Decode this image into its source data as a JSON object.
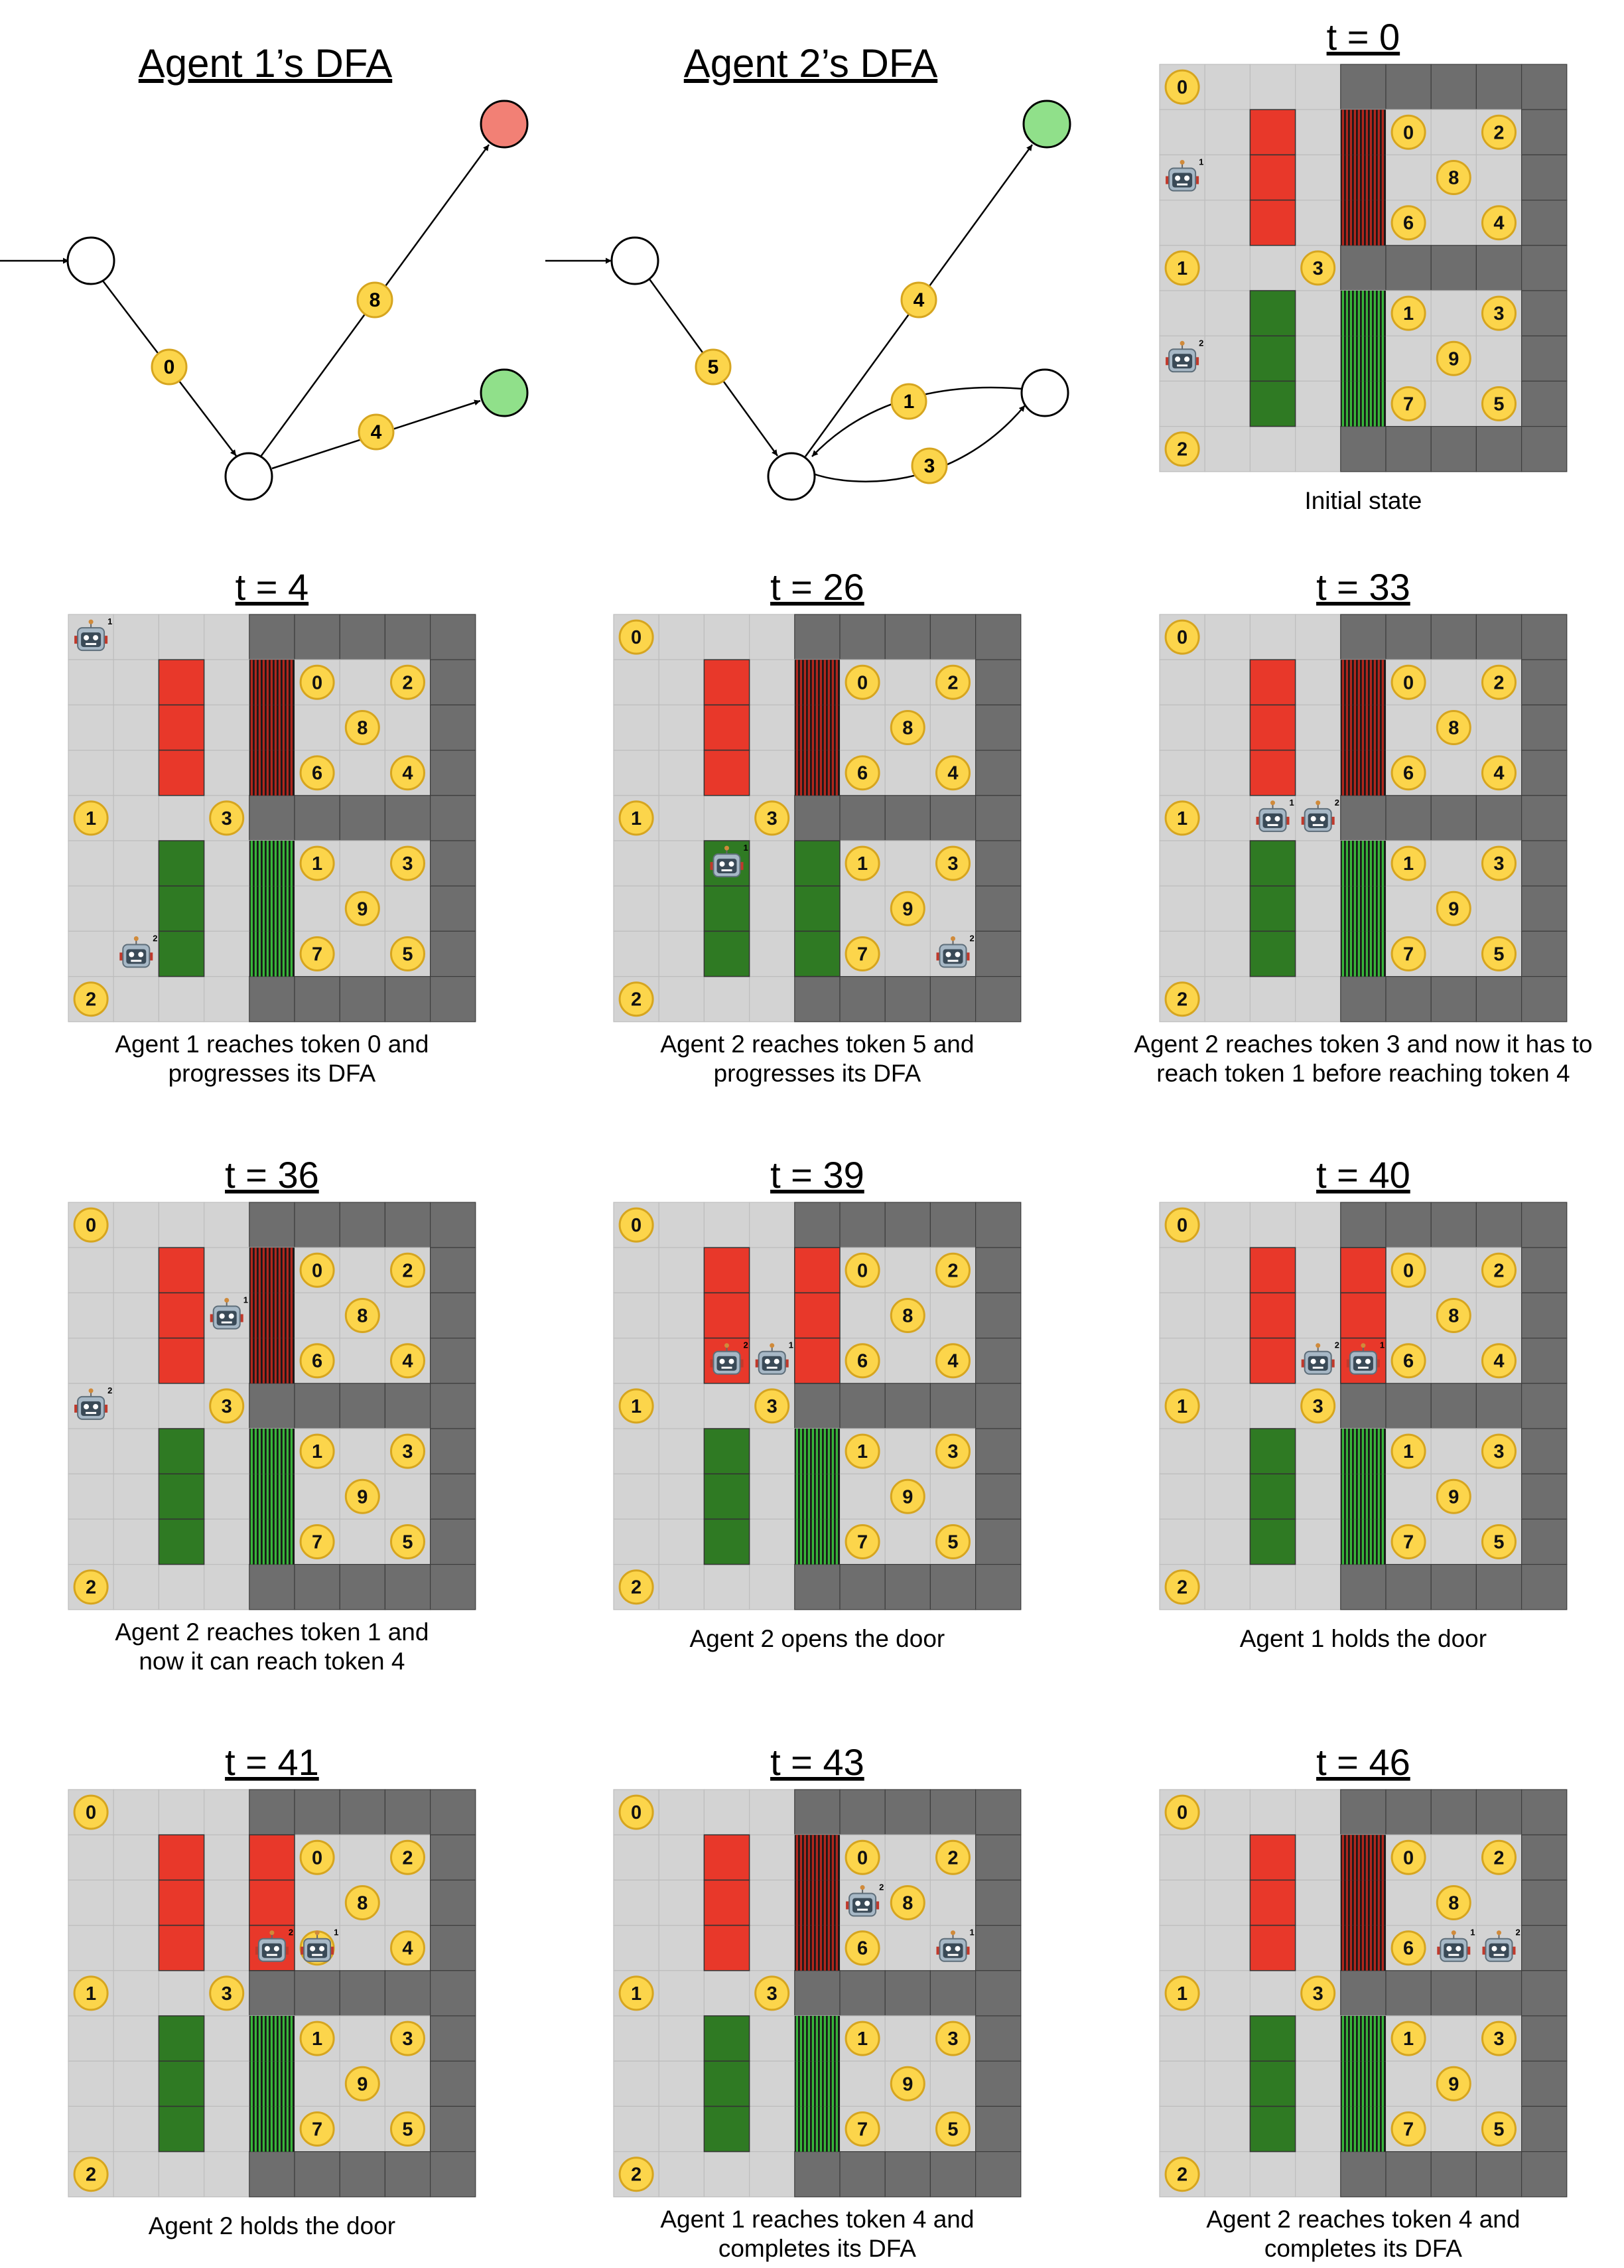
{
  "dfa": [
    {
      "title": "Agent 1’s DFA",
      "final_colors": [
        "#f28075",
        "#90e08a"
      ],
      "edge_labels": [
        "0",
        "8",
        "4"
      ]
    },
    {
      "title": "Agent 2’s DFA",
      "final_colors": [
        "#90e08a"
      ],
      "edge_labels": [
        "5",
        "4",
        "1",
        "3"
      ]
    }
  ],
  "colors": {
    "floor": "#d3d3d3",
    "wall": "#6e6e6e",
    "red_block": "#e8382a",
    "green_block": "#2f7a23",
    "red_door_stripe": "#b1261d",
    "green_door_stripe": "#38b53a",
    "token": "#fcd54b",
    "token_border": "#d6a51f",
    "robot": "#a7b8c6"
  },
  "token_labels": [
    "0",
    "1",
    "2",
    "3",
    "4",
    "5",
    "6",
    "7",
    "8",
    "9"
  ],
  "robot_labels": [
    "1",
    "2"
  ],
  "panels": [
    {
      "title": "t = 0",
      "caption": [
        "Initial state"
      ]
    },
    {
      "title": "t = 4",
      "caption": [
        "Agent 1 reaches token 0 and",
        "progresses its DFA"
      ]
    },
    {
      "title": "t = 26",
      "caption": [
        "Agent 2 reaches token 5 and",
        "progresses its DFA"
      ]
    },
    {
      "title": "t = 33",
      "caption": [
        "Agent 2 reaches token 3 and now it has to",
        "reach token 1 before reaching token 4"
      ]
    },
    {
      "title": "t = 36",
      "caption": [
        "Agent 2 reaches token 1 and",
        "now it can reach token 4"
      ]
    },
    {
      "title": "t = 39",
      "caption": [
        "Agent 2 opens the door"
      ]
    },
    {
      "title": "t = 40",
      "caption": [
        "Agent 1 holds the door"
      ]
    },
    {
      "title": "t = 41",
      "caption": [
        "Agent 2 holds the door"
      ]
    },
    {
      "title": "t = 43",
      "caption": [
        "Agent 1 reaches token 4 and",
        "completes its DFA"
      ]
    },
    {
      "title": "t = 46",
      "caption": [
        "Agent 2 reaches token 4 and",
        "completes its DFA"
      ]
    }
  ]
}
